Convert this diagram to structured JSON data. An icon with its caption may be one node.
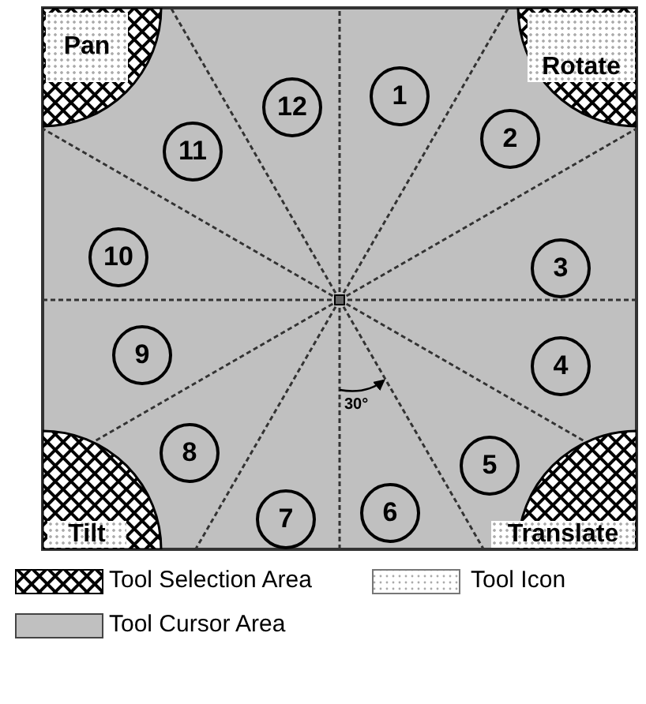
{
  "diagram": {
    "nodes": [
      {
        "text": [
          "Pan"
        ]
      },
      {
        "text": [
          "Rotate"
        ]
      },
      {
        "text": [
          "12"
        ]
      },
      {
        "text": [
          "1"
        ]
      },
      {
        "text": [
          "11"
        ]
      },
      {
        "text": [
          "2"
        ]
      },
      {
        "text": [
          "10"
        ]
      },
      {
        "text": [
          "3"
        ]
      },
      {
        "text": [
          "9"
        ]
      },
      {
        "text": [
          "4"
        ]
      },
      {
        "text": [
          "8"
        ]
      },
      {
        "text": [
          "5"
        ]
      },
      {
        "text": [
          "7"
        ]
      },
      {
        "text": [
          "6"
        ]
      },
      {
        "text": [
          "Tilt"
        ]
      },
      {
        "text": [
          "Translate"
        ]
      }
    ],
    "labels": [
      "30°"
    ],
    "legend": [
      {
        "text": "Tool Selection Area"
      },
      {
        "text": "Tool Icon"
      },
      {
        "text": "Tool Cursor Area",
        "color": "#c0c0c0"
      }
    ]
  }
}
